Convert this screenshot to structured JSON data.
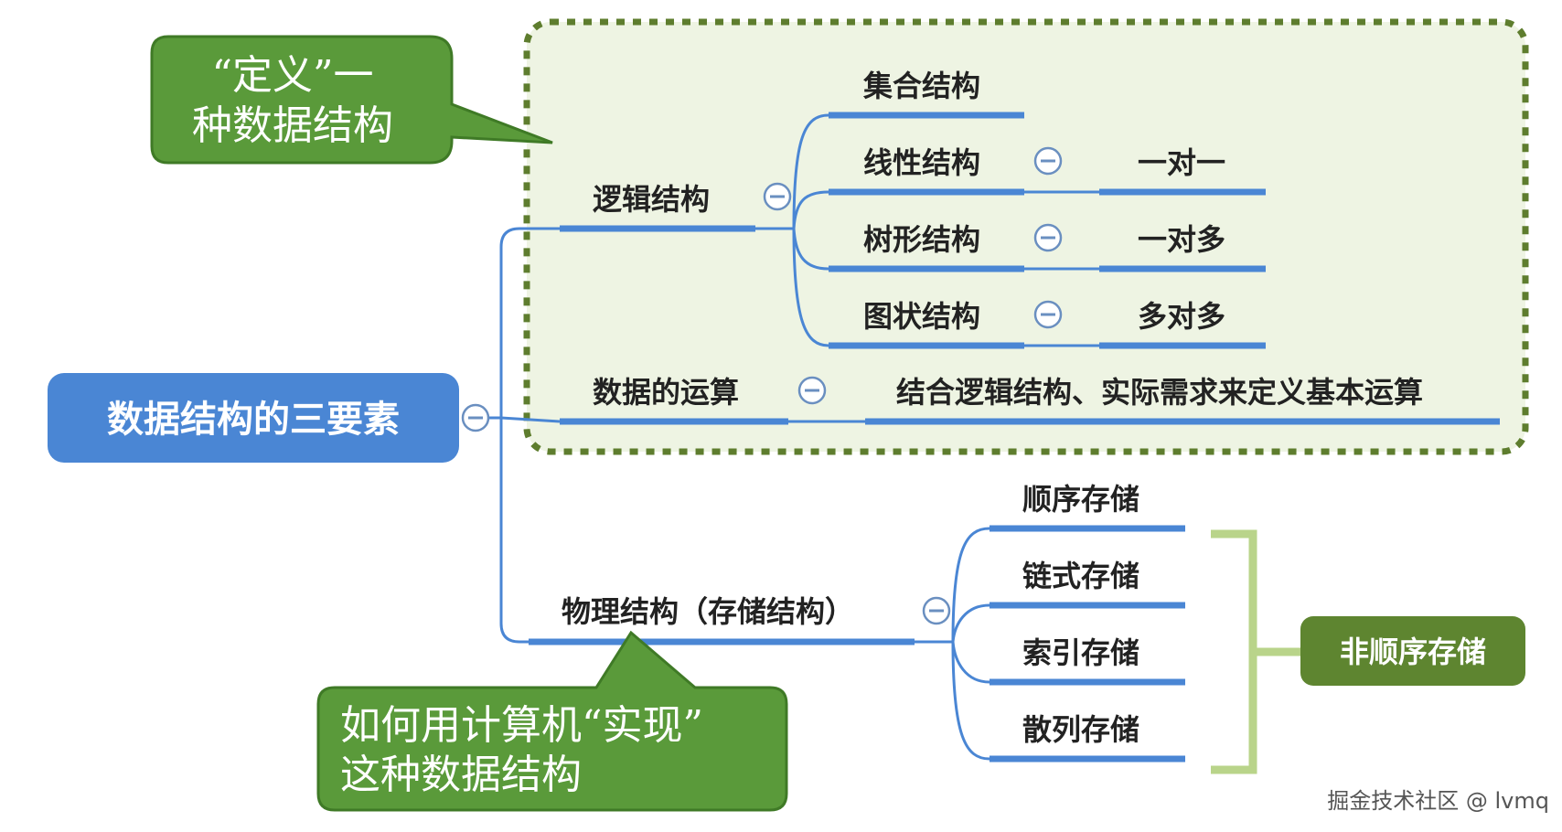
{
  "root": {
    "label": "数据结构的三要素"
  },
  "callout_top": {
    "line1": "“定义”一",
    "line2": "种数据结构"
  },
  "callout_bottom": {
    "line1": "如何用计算机“实现”",
    "line2": "这种数据结构"
  },
  "logical": {
    "label": "逻辑结构",
    "children": [
      {
        "label": "集合结构",
        "relation": ""
      },
      {
        "label": "线性结构",
        "relation": "一对一"
      },
      {
        "label": "树形结构",
        "relation": "一对多"
      },
      {
        "label": "图状结构",
        "relation": "多对多"
      }
    ]
  },
  "operation": {
    "label": "数据的运算",
    "detail": "结合逻辑结构、实际需求来定义基本运算"
  },
  "physical": {
    "label": "物理结构（存储结构）",
    "children": [
      {
        "label": "顺序存储"
      },
      {
        "label": "链式存储"
      },
      {
        "label": "索引存储"
      },
      {
        "label": "散列存储"
      }
    ],
    "group_tag": "非顺序存储"
  },
  "watermark": "掘金技术社区 @ lvmq",
  "colors": {
    "root_fill": "#4a86d4",
    "branch_line": "#4a86d4",
    "callout_fill": "#5a9a3a",
    "callout_border": "#3f7a26",
    "dashed_border": "#5e7d2e",
    "dashed_fill": "#eef4e3",
    "tag_fill": "#5e8530",
    "bracket": "#b9d48a",
    "collapse_stroke": "#6a8fc0"
  }
}
